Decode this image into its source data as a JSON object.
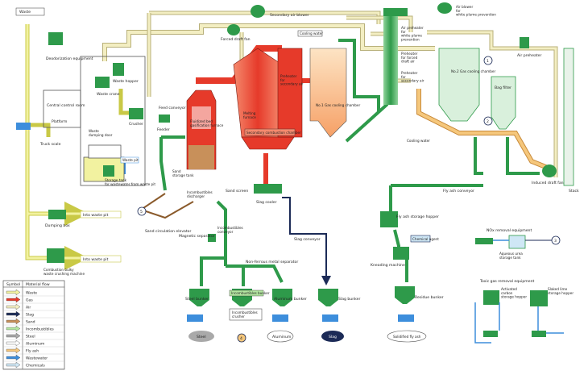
{
  "colors": {
    "waste": "#f2f2a0",
    "gas": "#e63a2a",
    "air": "#f3eec2",
    "slag": "#1c2b57",
    "sand": "#c8905a",
    "incombustibles": "#b3e6a1",
    "steel": "#a9a9a9",
    "aluminum": "#ffffff",
    "fly_ash": "#f5c77c",
    "wastewater": "#3d8edc",
    "chemicals": "#cfe7f5",
    "equipment_green": "#2e9a4a",
    "pipe_green": "#2e9a4a",
    "furnace_red": "#e63a2a"
  },
  "labels": {
    "waste": "Waste",
    "deodorization_equipment": "Deodorization equipment",
    "forced_draft_fan": "Forced draft fan",
    "secondary_air_blower": "Secondary air blower",
    "air_blower_white_plume": "Air blower\nfor\nwhite plume prevention",
    "air_preheater_white_plume": "Air preheater\nfor\nwhite plume\nprevention",
    "air_preheater": "Air preheater",
    "preheater_forced_draft": "Preheater\nfor forced\ndraft air",
    "preheater_secondary_air": "Preheater\nfor\nsecondary air",
    "waste_hopper": "Waste hopper",
    "waste_crane": "Waste crane",
    "control_room": "Central control room",
    "platform": "Platform",
    "waste_dumping_door": "Waste\ndumping door",
    "truck_scale": "Truck scale",
    "waste_pit": "Waste pit",
    "storage_tank_wastewater": "Storage tank\nfor wastewater from waste pit",
    "crusher": "Crusher",
    "feed_conveyor": "Feed conveyor",
    "feeder": "Feeder",
    "fluidized_bed_furnace": "Fluidized bed\ngasification furnace",
    "sand_storage_tank": "Sand\nstorage tank",
    "incombustibles_discharger": "Incombustibles\ndischarger",
    "sand_screen": "Sand screen",
    "sand_circulation_elevator": "Sand circulation elevator",
    "cooling_water": "Cooling water",
    "melting_furnace": "Melting\nfurnace",
    "secondary_combustion_chamber": "Secondary combustion chamber",
    "waste_heat_boiler": "Preheater\nfor\nsecondary air",
    "no1_gas_cooling": "No.1 Gas cooling chamber",
    "no2_gas_cooling": "No.2 Gas cooling chamber",
    "bag_filter": "Bag filter",
    "induced_draft_fan": "Induced draft fan",
    "stack": "Stack",
    "slag_cooler": "Slag cooler",
    "slag_conveyor": "Slag conveyor",
    "fly_ash_conveyor": "Fly ash conveyor",
    "fly_ash_storage_hopper": "Fly ash storage hopper",
    "chemical_agent": "Chemical agent",
    "kneading_machine": "Kneading machine",
    "residue_bunker": "Residue bunker",
    "solidified_fly_ash": "Solidified fly ash",
    "incombustibles_conveyor": "Incombustibles\nconveyor",
    "magnetic_separator": "Magnetic separator",
    "non_ferrous_separator": "Non-ferrous metal separator",
    "steel_bunker": "Steel bunker",
    "incombustibles_bunker": "Incombustibles bunker",
    "aluminum_bunker": "Aluminum bunker",
    "slag_bunker": "Slag bunker",
    "steel": "Steel",
    "aluminum": "Aluminum",
    "slag": "Slag",
    "incombustibles_crusher": "Incombustibles\ncrusher",
    "dumping_box": "Dumping box",
    "combustion_bulky": "Combustion bulky\nwaste crushing machine",
    "into_waste_pit_1": "Into waste pit",
    "into_waste_pit_2": "Into waste pit",
    "nox_removal": "NOx removal equipment",
    "aqueous_urea_tank": "Aqueous urea\nstorage tank",
    "toxic_gas_removal": "Toxic gas removal equipment",
    "activated_carbon_hopper": "Activated\ncarbon\nstorage hopper",
    "slaked_lime_hopper": "Slaked lime\nstorage hopper",
    "cooling_water_2": "Cooling water"
  },
  "markers": [
    "1",
    "2",
    "3",
    "4",
    "5"
  ],
  "legend": {
    "header_symbol": "Symbol",
    "header_flow": "Material flow",
    "rows": [
      {
        "name": "Waste",
        "color_key": "waste"
      },
      {
        "name": "Gas",
        "color_key": "gas"
      },
      {
        "name": "Air",
        "color_key": "air"
      },
      {
        "name": "Slag",
        "color_key": "slag"
      },
      {
        "name": "Sand",
        "color_key": "sand"
      },
      {
        "name": "Incombustibles",
        "color_key": "incombustibles"
      },
      {
        "name": "Steel",
        "color_key": "steel"
      },
      {
        "name": "Aluminum",
        "color_key": "aluminum"
      },
      {
        "name": "Fly ash",
        "color_key": "fly_ash"
      },
      {
        "name": "Wastewater",
        "color_key": "wastewater"
      },
      {
        "name": "Chemicals",
        "color_key": "chemicals"
      }
    ]
  }
}
